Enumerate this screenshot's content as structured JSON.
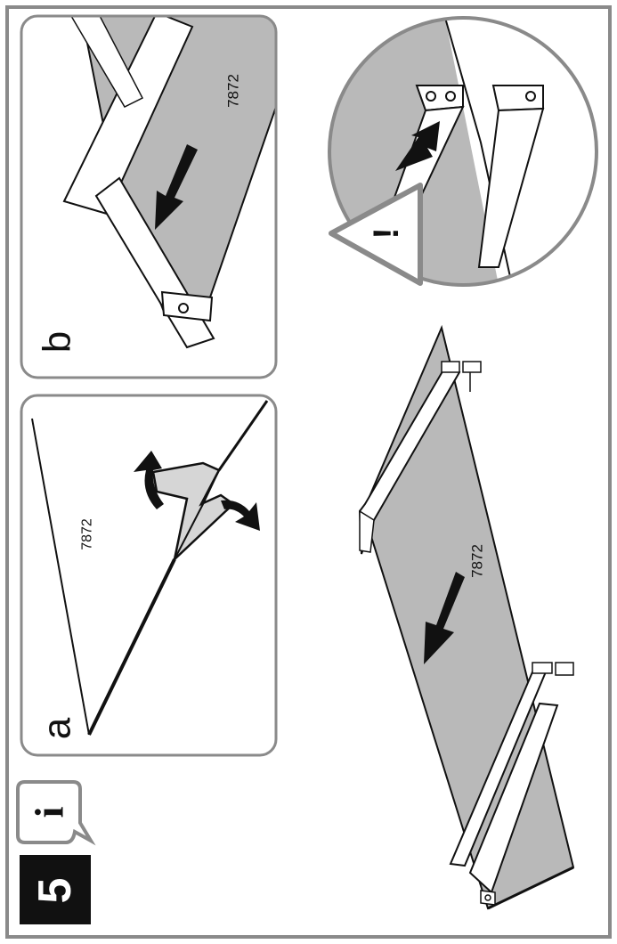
{
  "step": {
    "number": "5",
    "info_icon_label": "i"
  },
  "panel_a": {
    "letter": "a",
    "part_code": "7872"
  },
  "panel_b": {
    "letter": "b",
    "part_code": "7872"
  },
  "main": {
    "part_code": "7872"
  },
  "detail": {
    "warning_symbol": "!"
  },
  "colors": {
    "border": "#8a8a8a",
    "panel_fill": "#b9b9b9",
    "line": "#1a1a1a",
    "step_badge": "#111111"
  }
}
